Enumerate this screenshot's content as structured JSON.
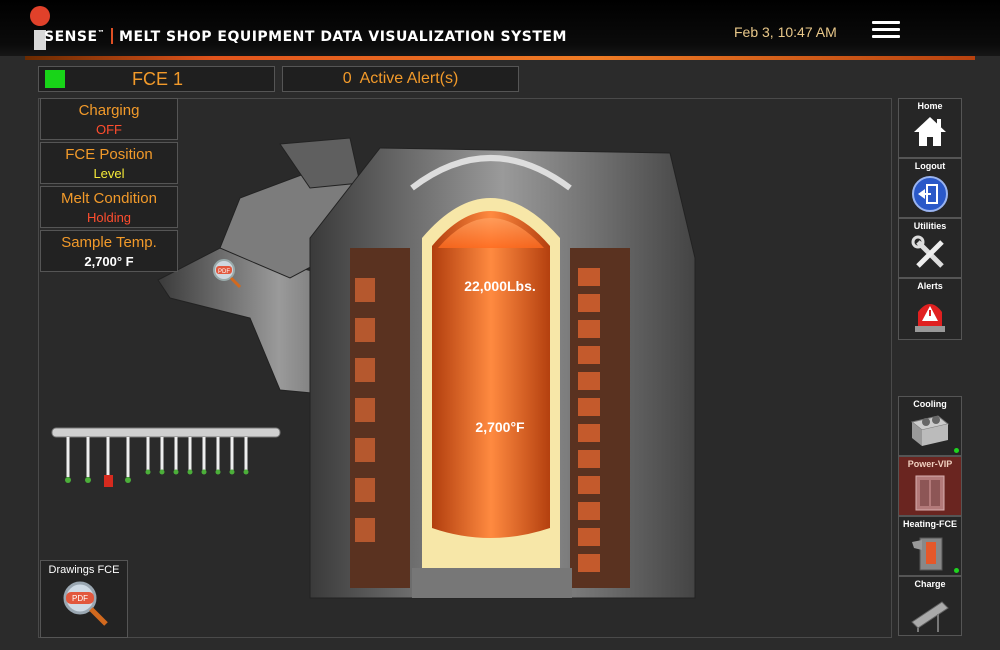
{
  "header": {
    "brand_prefix": "SENSE",
    "brand_tm": "™",
    "title": "MELT SHOP EQUIPMENT DATA VISUALIZATION SYSTEM",
    "datetime": "Feb 3, 10:47 AM"
  },
  "status": {
    "furnace_name": "FCE 1",
    "furnace_status_color": "#18d418",
    "alerts_count": "0",
    "alerts_label": "Active Alert(s)"
  },
  "info": {
    "charging_label": "Charging",
    "charging_value": "OFF",
    "position_label": "FCE Position",
    "position_value": "Level",
    "melt_label": "Melt Condition",
    "melt_value": "Holding",
    "temp_label": "Sample Temp.",
    "temp_value": "2,700° F"
  },
  "furnace": {
    "weight": "22,000Lbs.",
    "temperature": "2,700°F",
    "pdf_badge": "PDF"
  },
  "drawings": {
    "label": "Drawings FCE",
    "pdf_badge": "PDF"
  },
  "nav": {
    "home": "Home",
    "logout": "Logout",
    "utilities": "Utilities",
    "alerts": "Alerts",
    "cooling": "Cooling",
    "power": "Power-VIP",
    "heating": "Heating-FCE",
    "charge": "Charge"
  },
  "colors": {
    "accent": "#f29a2a",
    "status_on": "#18d418",
    "status_off": "#ff4d2e",
    "status_level": "#f5ea38"
  }
}
